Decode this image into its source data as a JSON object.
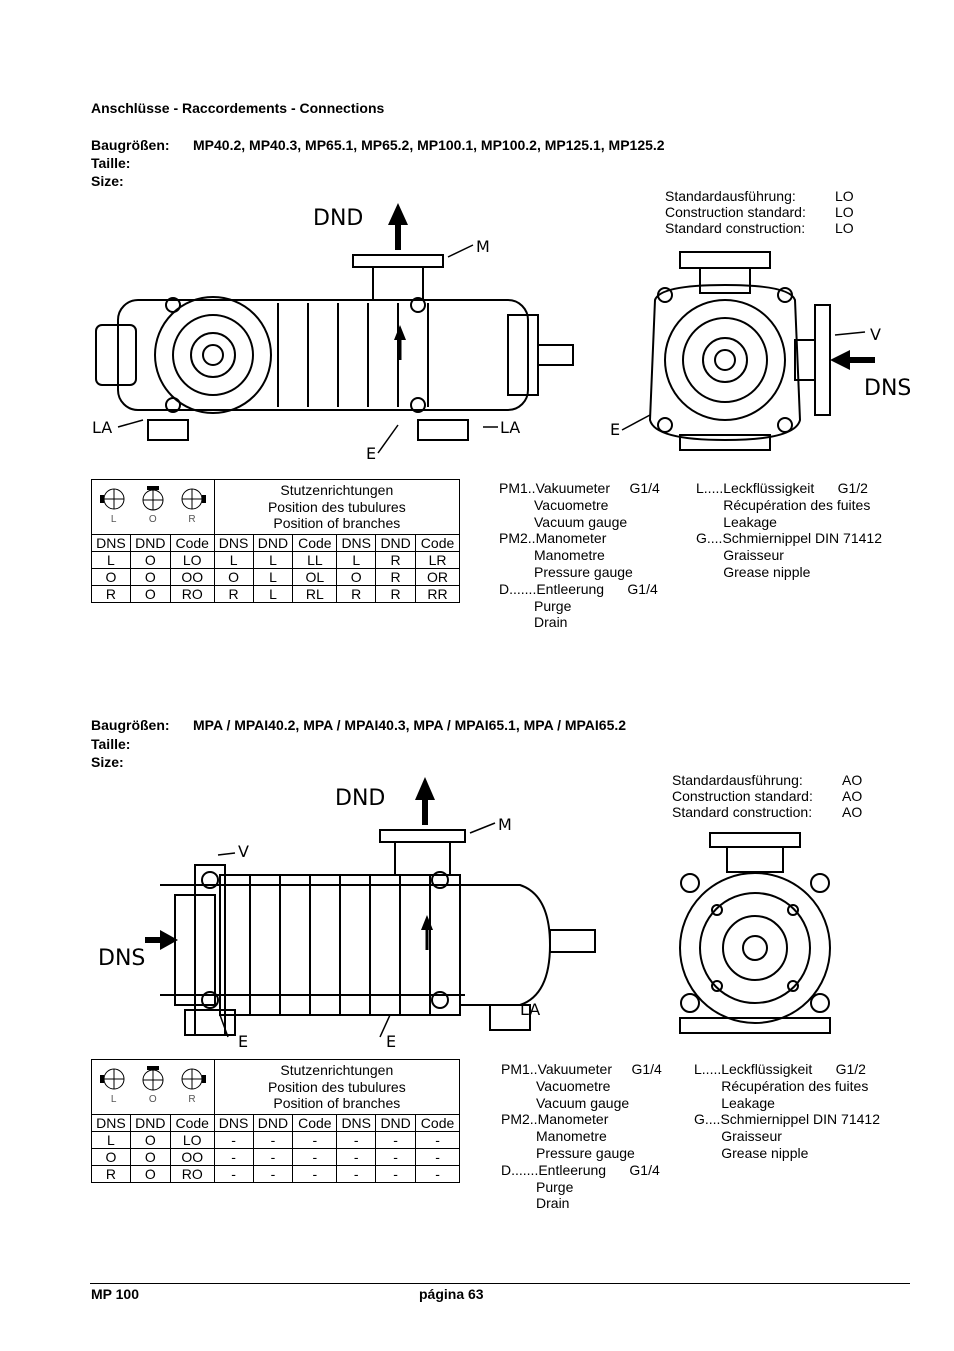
{
  "heading": "Anschlüsse - Raccordements - Connections",
  "sections": [
    {
      "size_label_de": "Baugrößen:",
      "size_models": "MP40.2, MP40.3, MP65.1, MP65.2, MP100.1, MP100.2, MP125.1, MP125.2",
      "size_label_fr": "Taille:",
      "size_label_en": "Size:",
      "standard": [
        {
          "label": "Standardausführung:",
          "value": "LO"
        },
        {
          "label": "Construction standard:",
          "value": "LO"
        },
        {
          "label": "Standard construction:",
          "value": "LO"
        }
      ],
      "drawing_labels": {
        "dnd": "DND",
        "dns": "DNS",
        "m": "M",
        "v": "V",
        "e": "E",
        "la": "LA"
      },
      "table": {
        "icon_labels": [
          "L",
          "O",
          "R"
        ],
        "header": [
          "Stutzenrichtungen",
          "Position des tubulures",
          "Position of branches"
        ],
        "cols": [
          "DNS",
          "DND",
          "Code",
          "DNS",
          "DND",
          "Code",
          "DNS",
          "DND",
          "Code"
        ],
        "rows": [
          [
            "L",
            "O",
            "LO",
            "L",
            "L",
            "LL",
            "L",
            "R",
            "LR"
          ],
          [
            "O",
            "O",
            "OO",
            "O",
            "L",
            "OL",
            "O",
            "R",
            "OR"
          ],
          [
            "R",
            "O",
            "RO",
            "R",
            "L",
            "RL",
            "R",
            "R",
            "RR"
          ]
        ]
      },
      "legend_left": [
        "PM1..Vakuumeter     G1/4",
        "         Vacuometre",
        "         Vacuum gauge",
        "PM2..Manometer",
        "         Manometre",
        "         Pressure gauge",
        "D.......Entleerung      G1/4",
        "         Purge",
        "         Drain"
      ],
      "legend_right": [
        "L.....Leckflüssigkeit      G1/2",
        "       Récupération des fuites",
        "       Leakage",
        "G....Schmiernippel DIN 71412",
        "       Graisseur",
        "       Grease nipple"
      ]
    },
    {
      "size_label_de": "Baugrößen:",
      "size_models": "MPA / MPAI40.2, MPA / MPAI40.3, MPA / MPAI65.1, MPA / MPAI65.2",
      "size_label_fr": "Taille:",
      "size_label_en": "Size:",
      "standard": [
        {
          "label": "Standardausführung:",
          "value": "AO"
        },
        {
          "label": "Construction standard:",
          "value": "AO"
        },
        {
          "label": "Standard construction:",
          "value": "AO"
        }
      ],
      "drawing_labels": {
        "dnd": "DND",
        "dns": "DNS",
        "m": "M",
        "v": "V",
        "e": "E",
        "la": "LA"
      },
      "table": {
        "icon_labels": [
          "L",
          "O",
          "R"
        ],
        "header": [
          "Stutzenrichtungen",
          "Position des tubulures",
          "Position of branches"
        ],
        "cols": [
          "DNS",
          "DND",
          "Code",
          "DNS",
          "DND",
          "Code",
          "DNS",
          "DND",
          "Code"
        ],
        "rows": [
          [
            "L",
            "O",
            "LO",
            "-",
            "-",
            "-",
            "-",
            "-",
            "-"
          ],
          [
            "O",
            "O",
            "OO",
            "-",
            "-",
            "-",
            "-",
            "-",
            "-"
          ],
          [
            "R",
            "O",
            "RO",
            "-",
            "-",
            "-",
            "-",
            "-",
            "-"
          ]
        ]
      },
      "legend_left": [
        "PM1..Vakuumeter     G1/4",
        "         Vacuometre",
        "         Vacuum gauge",
        "PM2..Manometer",
        "         Manometre",
        "         Pressure gauge",
        "D.......Entleerung      G1/4",
        "         Purge",
        "         Drain"
      ],
      "legend_right": [
        "L.....Leckflüssigkeit      G1/2",
        "       Récupération des fuites",
        "       Leakage",
        "G....Schmiernippel DIN 71412",
        "       Graisseur",
        "       Grease nipple"
      ]
    }
  ],
  "footer": {
    "left": "MP 100",
    "center": "página 63"
  }
}
